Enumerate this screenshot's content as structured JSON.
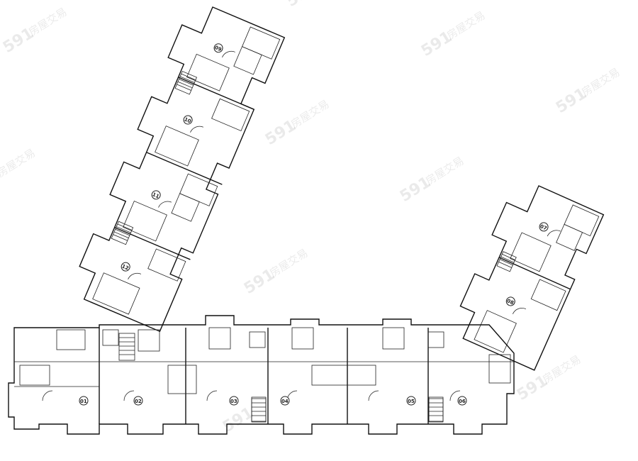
{
  "watermark": {
    "logo_digits": "591",
    "cjk_text": "房屋交易"
  },
  "units": [
    {
      "id": "unit-1",
      "label": "01"
    },
    {
      "id": "unit-2",
      "label": "02"
    },
    {
      "id": "unit-3",
      "label": "03"
    },
    {
      "id": "unit-4",
      "label": "04"
    },
    {
      "id": "unit-5",
      "label": "05"
    },
    {
      "id": "unit-6",
      "label": "06"
    },
    {
      "id": "unit-7",
      "label": "07"
    },
    {
      "id": "unit-8",
      "label": "08"
    },
    {
      "id": "unit-9",
      "label": "09"
    },
    {
      "id": "unit-10",
      "label": "10"
    },
    {
      "id": "unit-11",
      "label": "11"
    },
    {
      "id": "unit-12",
      "label": "12"
    }
  ]
}
